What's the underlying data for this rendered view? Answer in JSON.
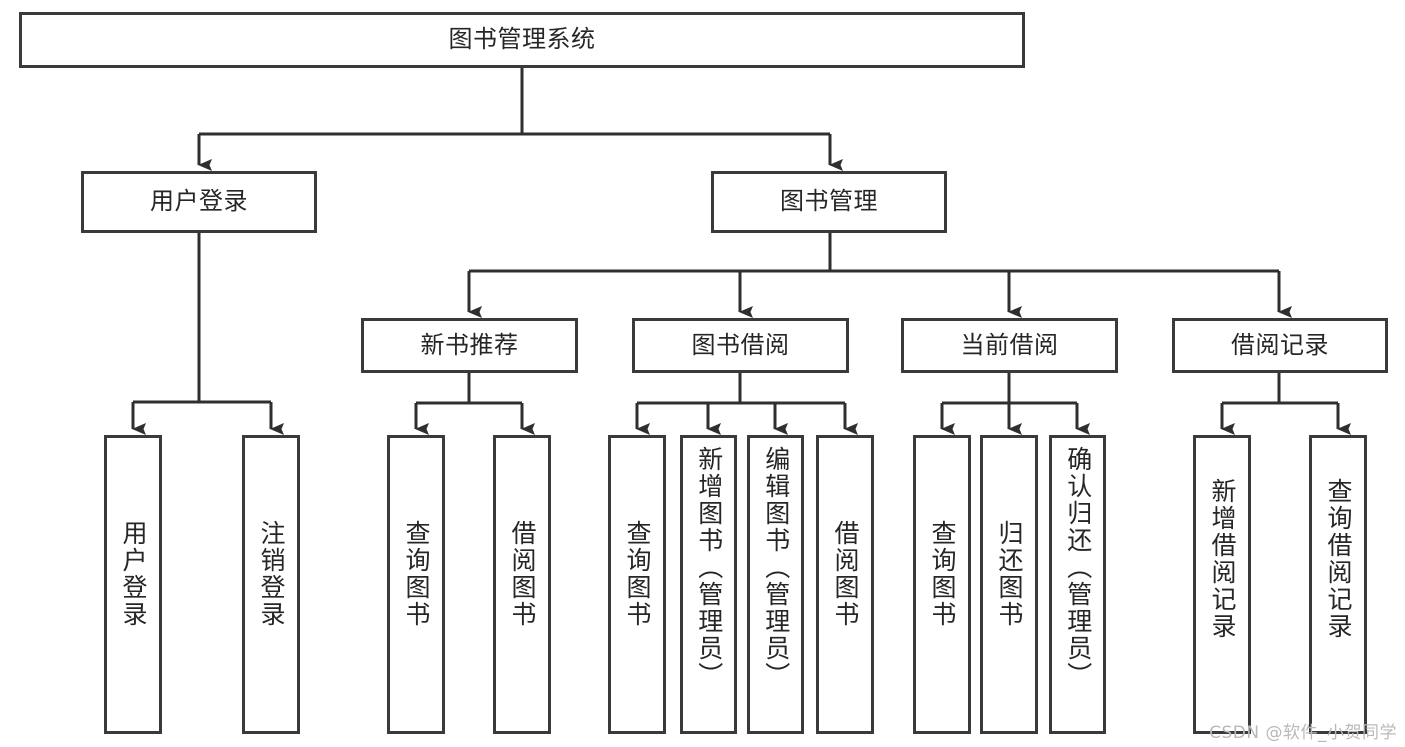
{
  "diagram": {
    "title": "图书管理系统",
    "type": "functional-structure-tree",
    "colors": {
      "background": "#ffffff",
      "node_border": "#3a3a3a",
      "node_fill": "#ffffff",
      "text": "#262626",
      "edge": "#2f2f2f",
      "watermark": "#b9b9b9"
    },
    "levels": {
      "root": {
        "label": "图书管理系统"
      },
      "level2": [
        {
          "id": "user-login",
          "label": "用户登录"
        },
        {
          "id": "book-management",
          "label": "图书管理"
        }
      ],
      "level3": [
        {
          "id": "new-book-recommend",
          "label": "新书推荐",
          "parent": "book-management"
        },
        {
          "id": "book-borrow",
          "label": "图书借阅",
          "parent": "book-management"
        },
        {
          "id": "current-borrow",
          "label": "当前借阅",
          "parent": "book-management"
        },
        {
          "id": "borrow-record",
          "label": "借阅记录",
          "parent": "book-management"
        }
      ],
      "level4": [
        {
          "id": "leaf-user-login",
          "label": "用户登录",
          "parent": "user-login"
        },
        {
          "id": "leaf-logout",
          "label": "注销登录",
          "parent": "user-login"
        },
        {
          "id": "leaf-query-book-1",
          "label": "查询图书",
          "parent": "new-book-recommend"
        },
        {
          "id": "leaf-borrow-book-1",
          "label": "借阅图书",
          "parent": "new-book-recommend"
        },
        {
          "id": "leaf-query-book-2",
          "label": "查询图书",
          "parent": "book-borrow"
        },
        {
          "id": "leaf-add-book",
          "label": "新增图书（管理员）",
          "parent": "book-borrow"
        },
        {
          "id": "leaf-edit-book",
          "label": "编辑图书（管理员）",
          "parent": "book-borrow"
        },
        {
          "id": "leaf-borrow-book-2",
          "label": "借阅图书",
          "parent": "book-borrow"
        },
        {
          "id": "leaf-query-book-3",
          "label": "查询图书",
          "parent": "current-borrow"
        },
        {
          "id": "leaf-return-book",
          "label": "归还图书",
          "parent": "current-borrow"
        },
        {
          "id": "leaf-confirm-return",
          "label": "确认归还（管理员）",
          "parent": "current-borrow"
        },
        {
          "id": "leaf-add-record",
          "label": "新增借阅记录",
          "parent": "borrow-record"
        },
        {
          "id": "leaf-query-record",
          "label": "查询借阅记录",
          "parent": "borrow-record"
        }
      ]
    },
    "watermark": "CSDN @软件_小贺同学"
  }
}
